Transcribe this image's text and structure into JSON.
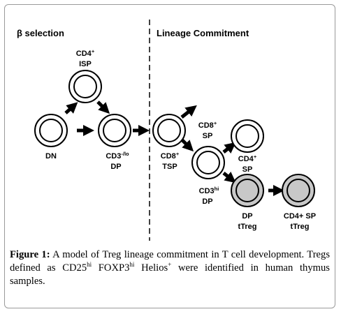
{
  "sections": {
    "left": "β selection",
    "right": "Lineage Commitment"
  },
  "cells": {
    "dn": {
      "label": "DN"
    },
    "isp": {
      "line1": "CD4",
      "line1_sup": "+",
      "line2": "ISP"
    },
    "dp": {
      "line1": "CD3",
      "line1_sup": "-/lo",
      "line2": "DP"
    },
    "tsp": {
      "line1": "CD8",
      "line1_sup": "+",
      "line2": "TSP"
    },
    "cd8sp": {
      "line1": "CD8",
      "line1_sup": "+",
      "line2": "SP"
    },
    "cd3hidp": {
      "line1": "CD3",
      "line1_sup": "hi",
      "line2": "DP"
    },
    "cd4sp": {
      "line1": "CD4",
      "line1_sup": "+",
      "line2": "SP"
    },
    "dptreg": {
      "line1": "DP",
      "line2": "tTreg"
    },
    "cd4sptreg": {
      "line1": "CD4+ SP",
      "line2": "tTreg"
    }
  },
  "colors": {
    "cell_fill": "#ffffff",
    "treg_fill": "#c8c8c8",
    "stroke": "#000000",
    "frame": "#9a9a9a"
  },
  "caption": {
    "label": "Figure 1:",
    "part1": "A model of Treg lineage commitment in T cell development. Tregs defined as CD25",
    "sup1": "hi",
    "part2": " FOXP3",
    "sup2": "hi",
    "part3": " Helios",
    "sup3": "+",
    "part4": " were identified in human thymus samples."
  }
}
